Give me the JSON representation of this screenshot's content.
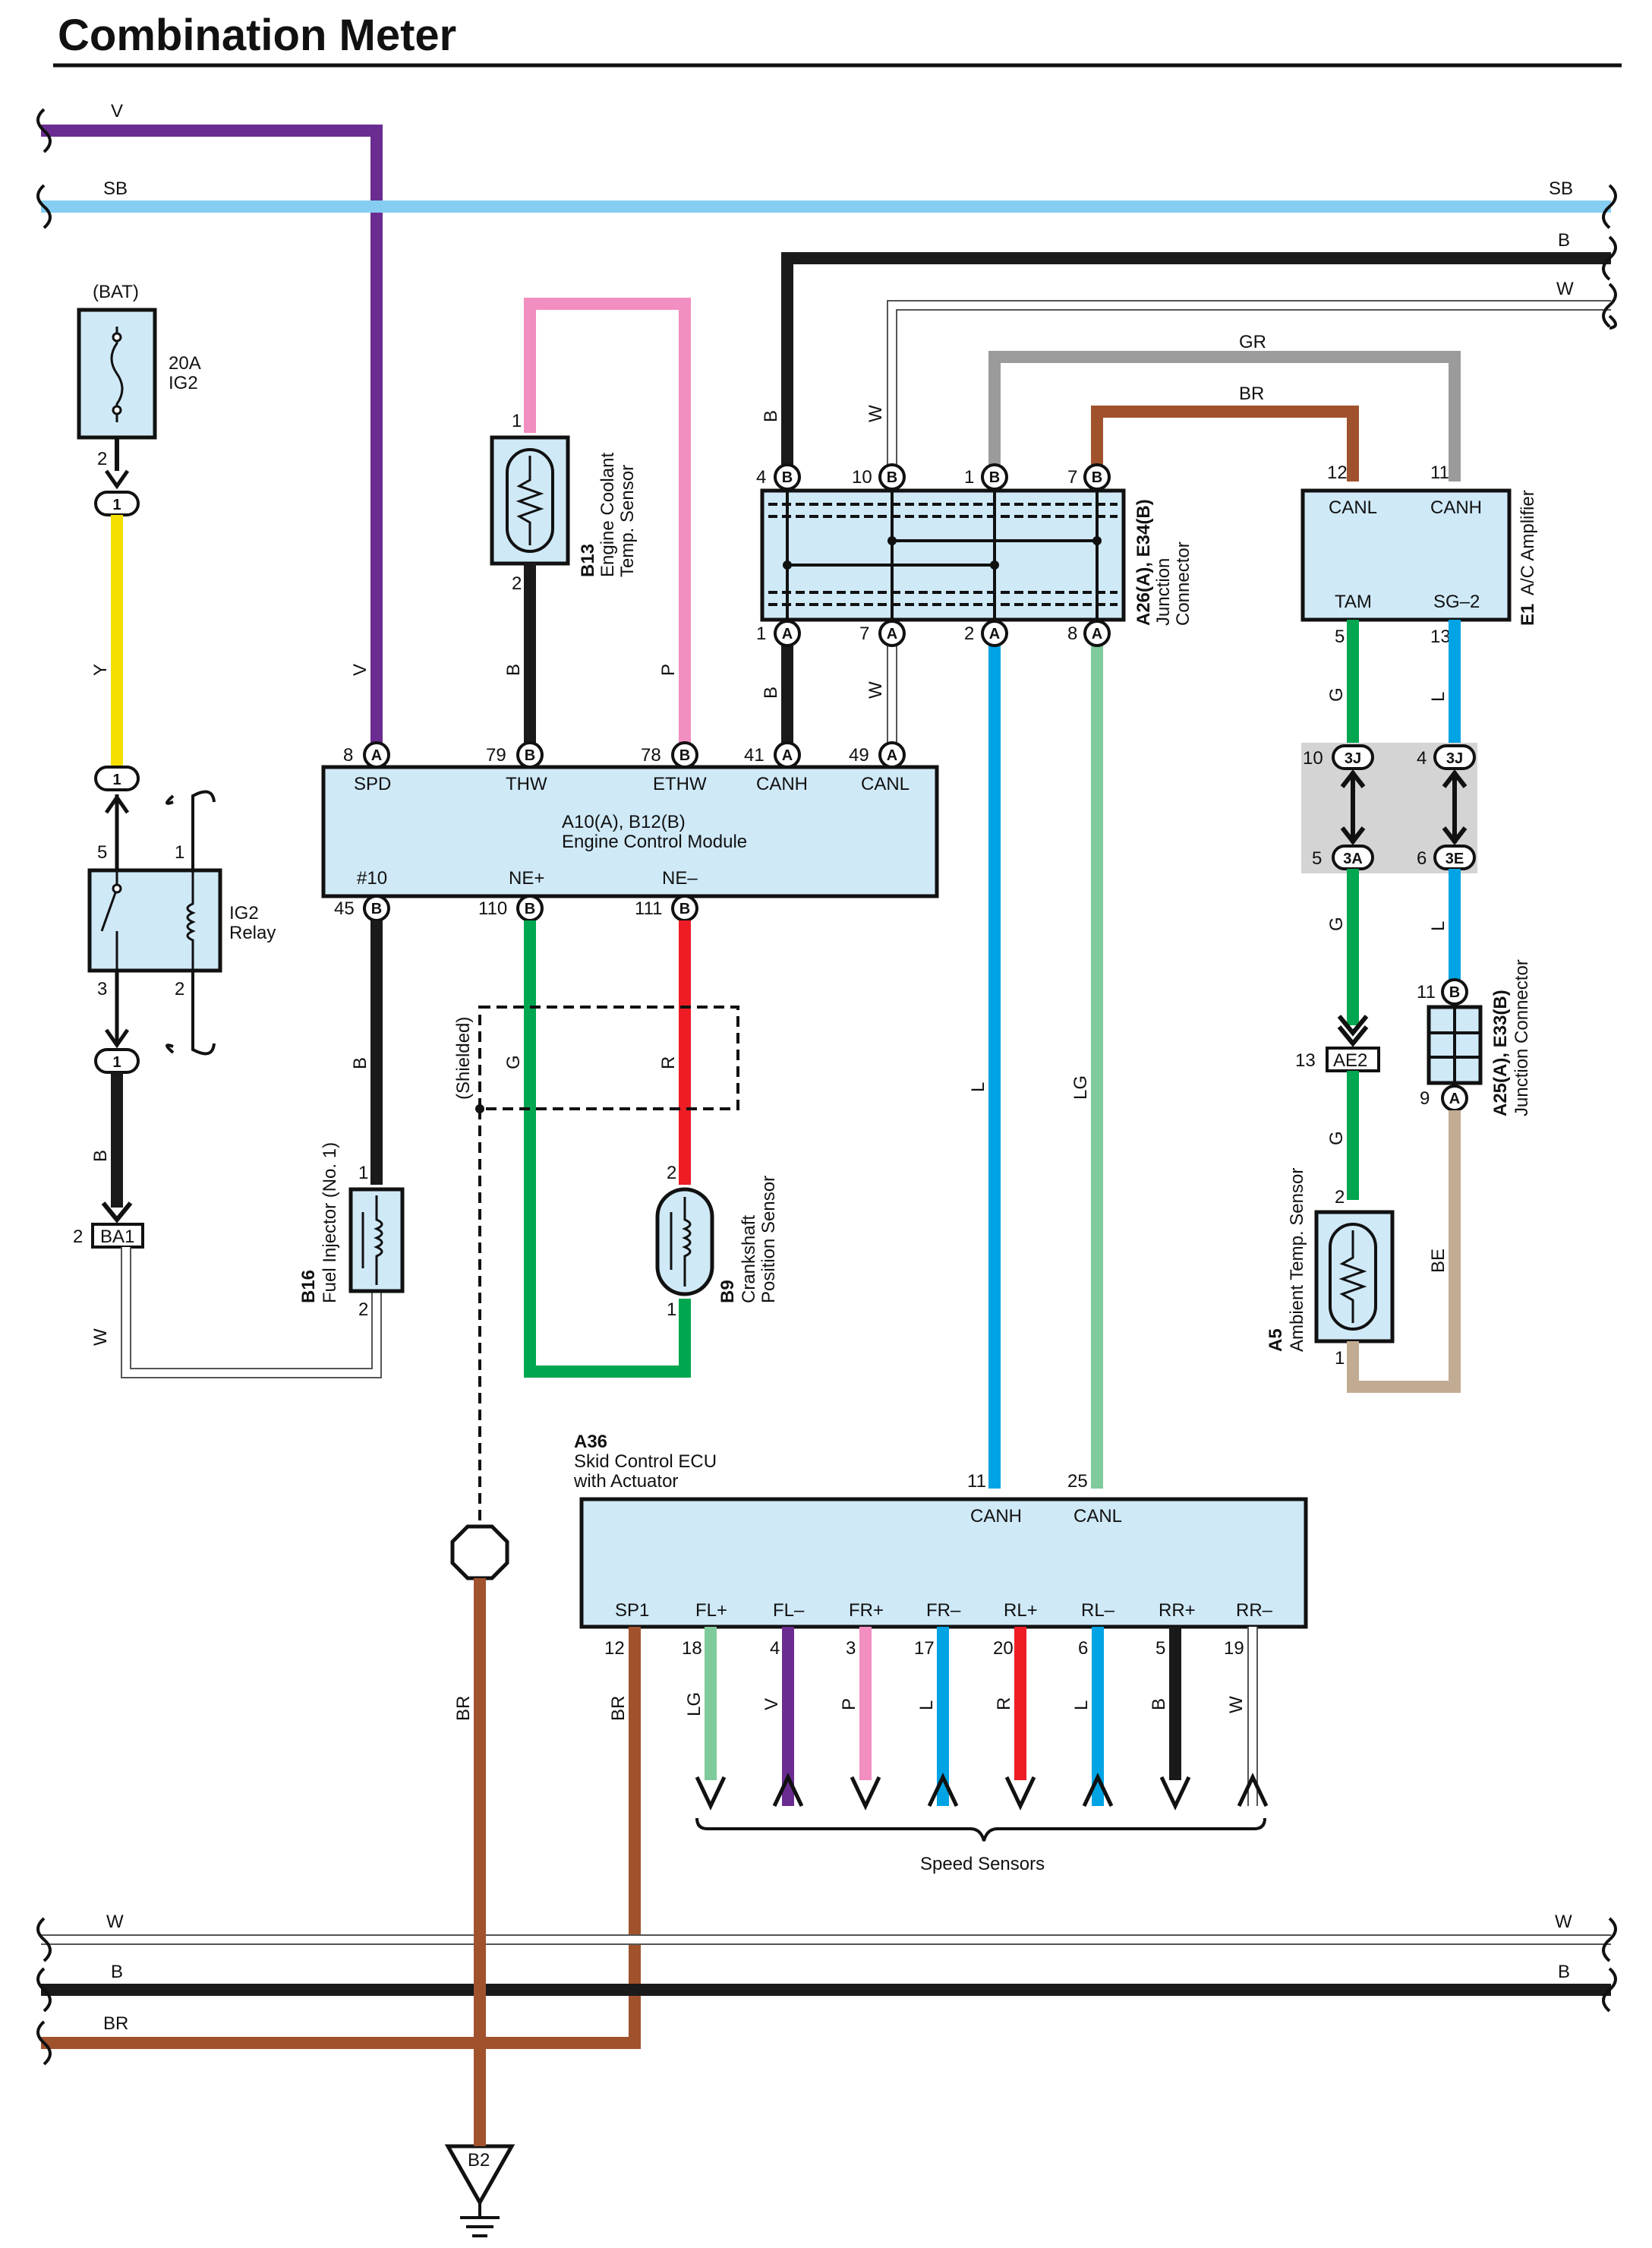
{
  "title": "Combination Meter",
  "colors": {
    "V": "#6b2c91",
    "SB": "#86cdf2",
    "B": "#1a1a1a",
    "W": "#ffffff",
    "Y": "#f5df00",
    "GR": "#9b9b9b",
    "BR": "#a0522d",
    "P": "#f28ec0",
    "L": "#00a3e4",
    "LG": "#7fcb9b",
    "G": "#00a650",
    "R": "#ee1c24",
    "BE": "#c2ab93",
    "component": "#cfe9f7",
    "connector_area": "#d4d4d4"
  },
  "buses": {
    "top_v": "V",
    "top_sb": "SB",
    "top_b": "B",
    "top_w": "W",
    "bot_w": "W",
    "bot_b": "B",
    "bot_br": "BR"
  },
  "wire_labels": {
    "gr": "GR",
    "br_top": "BR",
    "b_jc": "B",
    "w_jc": "W",
    "y": "Y",
    "b_relay": "B",
    "w_ba1": "W",
    "v_ecm": "V",
    "b_thw": "B",
    "p_ethw": "P",
    "b_canh": "B",
    "w_canl": "W",
    "b_inj": "B",
    "g_ne": "G",
    "r_ne": "R",
    "l_jc": "L",
    "lg_jc": "LG",
    "g_tam": "G",
    "l_sg": "L",
    "g_mid": "G",
    "l_mid": "L",
    "g_sensor": "G",
    "be": "BE",
    "br_ground": "BR",
    "br_sp1": "BR",
    "s_lg": "LG",
    "s_v": "V",
    "s_p": "P",
    "s_l1": "L",
    "s_r": "R",
    "s_l2": "L",
    "s_b": "B",
    "s_w": "W"
  },
  "fuse": {
    "name": "(BAT)",
    "rating": "20A",
    "label": "IG2",
    "pin_out": "2"
  },
  "relay": {
    "name": "IG2",
    "name2": "Relay",
    "pins": [
      "5",
      "1",
      "3",
      "2"
    ]
  },
  "connectors": {
    "c1a": "1",
    "c1b": "1",
    "c1c": "1",
    "ba1_pin": "2",
    "ba1": "BA1",
    "ae2_pin": "13",
    "ae2": "AE2",
    "b2": "B2"
  },
  "ecm": {
    "id": "A10(A), B12(B)",
    "name": "Engine Control Module",
    "top_pins": [
      {
        "num": "8",
        "letter": "A",
        "label": "SPD"
      },
      {
        "num": "79",
        "letter": "B",
        "label": "THW"
      },
      {
        "num": "78",
        "letter": "B",
        "label": "ETHW"
      },
      {
        "num": "41",
        "letter": "A",
        "label": "CANH"
      },
      {
        "num": "49",
        "letter": "A",
        "label": "CANL"
      }
    ],
    "bottom_pins": [
      {
        "num": "45",
        "letter": "B",
        "label": "#10"
      },
      {
        "num": "110",
        "letter": "B",
        "label": "NE+"
      },
      {
        "num": "111",
        "letter": "B",
        "label": "NE–"
      }
    ]
  },
  "coolant_sensor": {
    "id": "B13",
    "name": "Engine Coolant",
    "name2": "Temp. Sensor",
    "pin_top": "1",
    "pin_bot": "2"
  },
  "junction_top": {
    "id": "A26(A), E34(B)",
    "name": "Junction",
    "name2": "Connector",
    "top_pins": [
      {
        "num": "4",
        "letter": "B"
      },
      {
        "num": "10",
        "letter": "B"
      },
      {
        "num": "1",
        "letter": "B"
      },
      {
        "num": "7",
        "letter": "B"
      }
    ],
    "bottom_pins": [
      {
        "num": "1",
        "letter": "A"
      },
      {
        "num": "7",
        "letter": "A"
      },
      {
        "num": "2",
        "letter": "A"
      },
      {
        "num": "8",
        "letter": "A"
      }
    ]
  },
  "ac_amp": {
    "id": "E1",
    "name": "A/C Amplifier",
    "canl": "CANL",
    "canh": "CANH",
    "tam": "TAM",
    "sg2": "SG–2",
    "p12": "12",
    "p11": "11",
    "p5": "5",
    "p13": "13"
  },
  "junction_mid": {
    "p10": "10",
    "p4": "4",
    "p5": "5",
    "p6": "6",
    "c3j_a": "3J",
    "c3j_b": "3J",
    "c3a": "3A",
    "c3e": "3E"
  },
  "junction_small": {
    "id": "A25(A), E33(B)",
    "name": "Junction Connector",
    "pin_top": "11",
    "pin_top_letter": "B",
    "pin_bot": "9",
    "pin_bot_letter": "A"
  },
  "ambient_sensor": {
    "id": "A5",
    "name": "Ambient Temp.  Sensor",
    "pin_top": "2",
    "pin_bot": "1"
  },
  "injector": {
    "id": "B16",
    "name": "Fuel Injector (No. 1)",
    "pin_top": "1",
    "pin_bot": "2"
  },
  "crank_sensor": {
    "id": "B9",
    "name": "Crankshaft",
    "name2": "Position Sensor",
    "pin_top": "2",
    "pin_bot": "1"
  },
  "shielded": "(Shielded)",
  "skid_ecu": {
    "id": "A36",
    "name": "Skid Control ECU",
    "name2": "with Actuator",
    "canh": "CANH",
    "canl": "CANL",
    "p_canh": "11",
    "p_canl": "25",
    "pins": [
      {
        "label": "SP1",
        "num": "12"
      },
      {
        "label": "FL+",
        "num": "18"
      },
      {
        "label": "FL–",
        "num": "4"
      },
      {
        "label": "FR+",
        "num": "3"
      },
      {
        "label": "FR–",
        "num": "17"
      },
      {
        "label": "RL+",
        "num": "20"
      },
      {
        "label": "RL–",
        "num": "6"
      },
      {
        "label": "RR+",
        "num": "5"
      },
      {
        "label": "RR–",
        "num": "19"
      }
    ]
  },
  "speed_sensors": "Speed Sensors"
}
